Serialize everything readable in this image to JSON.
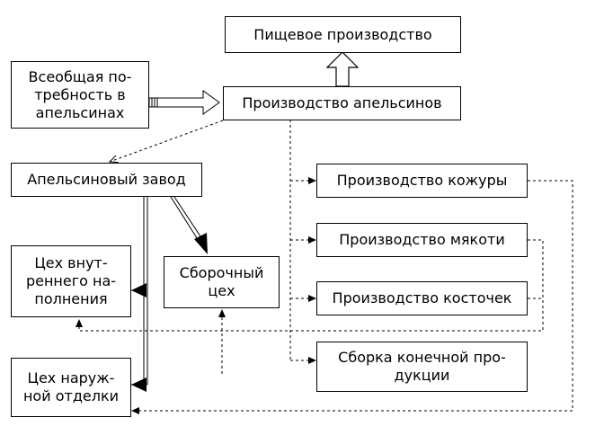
{
  "diagram": {
    "nodes": {
      "food_production": "Пищевое производство",
      "general_need": "Всеобщая по-\nтребность в\nапельсинах",
      "orange_production": "Производство апельсинов",
      "orange_factory": "Апельсиновый завод",
      "peel_production": "Производство кожуры",
      "pulp_production": "Производство мякоти",
      "filling_shop": "Цех внут-\nреннего на-\nполнения",
      "assembly_shop": "Сборочный\nцех",
      "pit_production": "Производство косточек",
      "finishing_shop": "Цех наруж-\nной отделки",
      "final_assembly": "Сборка конечной про-\nдукции"
    }
  }
}
